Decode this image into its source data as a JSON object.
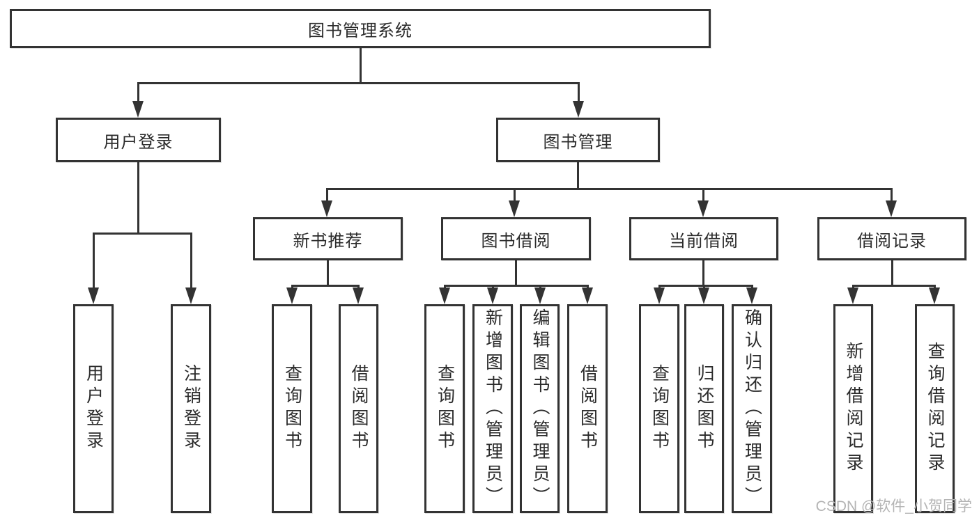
{
  "diagram": {
    "title": "图书管理系统",
    "type": "hierarchy-tree",
    "nodes": {
      "root": {
        "label": "图书管理系统"
      },
      "level2": [
        {
          "label": "用户登录"
        },
        {
          "label": "图书管理"
        }
      ],
      "level3": [
        {
          "label": "新书推荐",
          "parent": "图书管理"
        },
        {
          "label": "图书借阅",
          "parent": "图书管理"
        },
        {
          "label": "当前借阅",
          "parent": "图书管理"
        },
        {
          "label": "借阅记录",
          "parent": "图书管理"
        }
      ],
      "leaves": [
        {
          "label": "用户登录",
          "parent": "用户登录"
        },
        {
          "label": "注销登录",
          "parent": "用户登录"
        },
        {
          "label": "查询图书",
          "parent": "新书推荐"
        },
        {
          "label": "借阅图书",
          "parent": "新书推荐"
        },
        {
          "label": "查询图书",
          "parent": "图书借阅"
        },
        {
          "label": "新增图书（管理员）",
          "parent": "图书借阅"
        },
        {
          "label": "编辑图书（管理员）",
          "parent": "图书借阅"
        },
        {
          "label": "借阅图书",
          "parent": "图书借阅"
        },
        {
          "label": "查询图书",
          "parent": "当前借阅"
        },
        {
          "label": "归还图书",
          "parent": "当前借阅"
        },
        {
          "label": "确认归还（管理员）",
          "parent": "当前借阅"
        },
        {
          "label": "新增借阅记录",
          "parent": "借阅记录"
        },
        {
          "label": "查询借阅记录",
          "parent": "借阅记录"
        }
      ]
    },
    "colors": {
      "line": "#333333",
      "text": "#2b2b2b",
      "node_fill": "#ffffff",
      "background": "#ffffff",
      "watermark": "#b4b4b4"
    }
  },
  "watermark": {
    "text": "CSDN @软件_小贺同学"
  }
}
